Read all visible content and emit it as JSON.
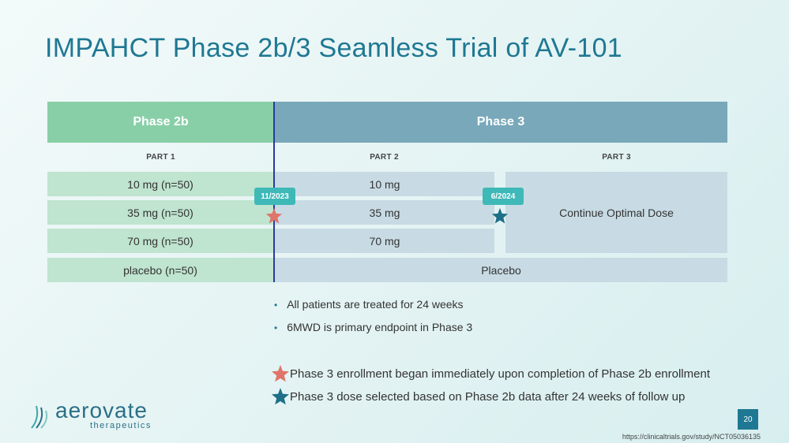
{
  "title": "IMPAHCT Phase 2b/3 Seamless Trial of AV-101",
  "headers": {
    "phase2b": "Phase 2b",
    "phase3": "Phase 3"
  },
  "parts": {
    "part1": "PART 1",
    "part2": "PART 2",
    "part3": "PART 3"
  },
  "part1_rows": [
    "10 mg (n=50)",
    "35 mg (n=50)",
    "70 mg (n=50)",
    "placebo (n=50)"
  ],
  "part2_rows": [
    "10 mg",
    "35 mg",
    "70 mg"
  ],
  "part3_text": "Continue Optimal Dose",
  "placebo_row": "Placebo",
  "milestones": {
    "first": "11/2023",
    "second": "6/2024"
  },
  "bullets": [
    "All patients are treated for 24 weeks",
    "6MWD is primary endpoint in Phase 3"
  ],
  "notes": [
    "Phase 3 enrollment began immediately upon completion of Phase 2b enrollment",
    "Phase 3 dose selected based on Phase 2b data after 24 weeks of follow up"
  ],
  "colors": {
    "coral_star": "#e0746a",
    "teal_star": "#1e6f88",
    "phase2b": "#88cfa8",
    "phase3": "#78a8b9"
  },
  "logo": {
    "word": "aerovate",
    "sub": "therapeutics"
  },
  "page_number": "20",
  "source_url": "https://clinicaltrials.gov/study/NCT05036135"
}
